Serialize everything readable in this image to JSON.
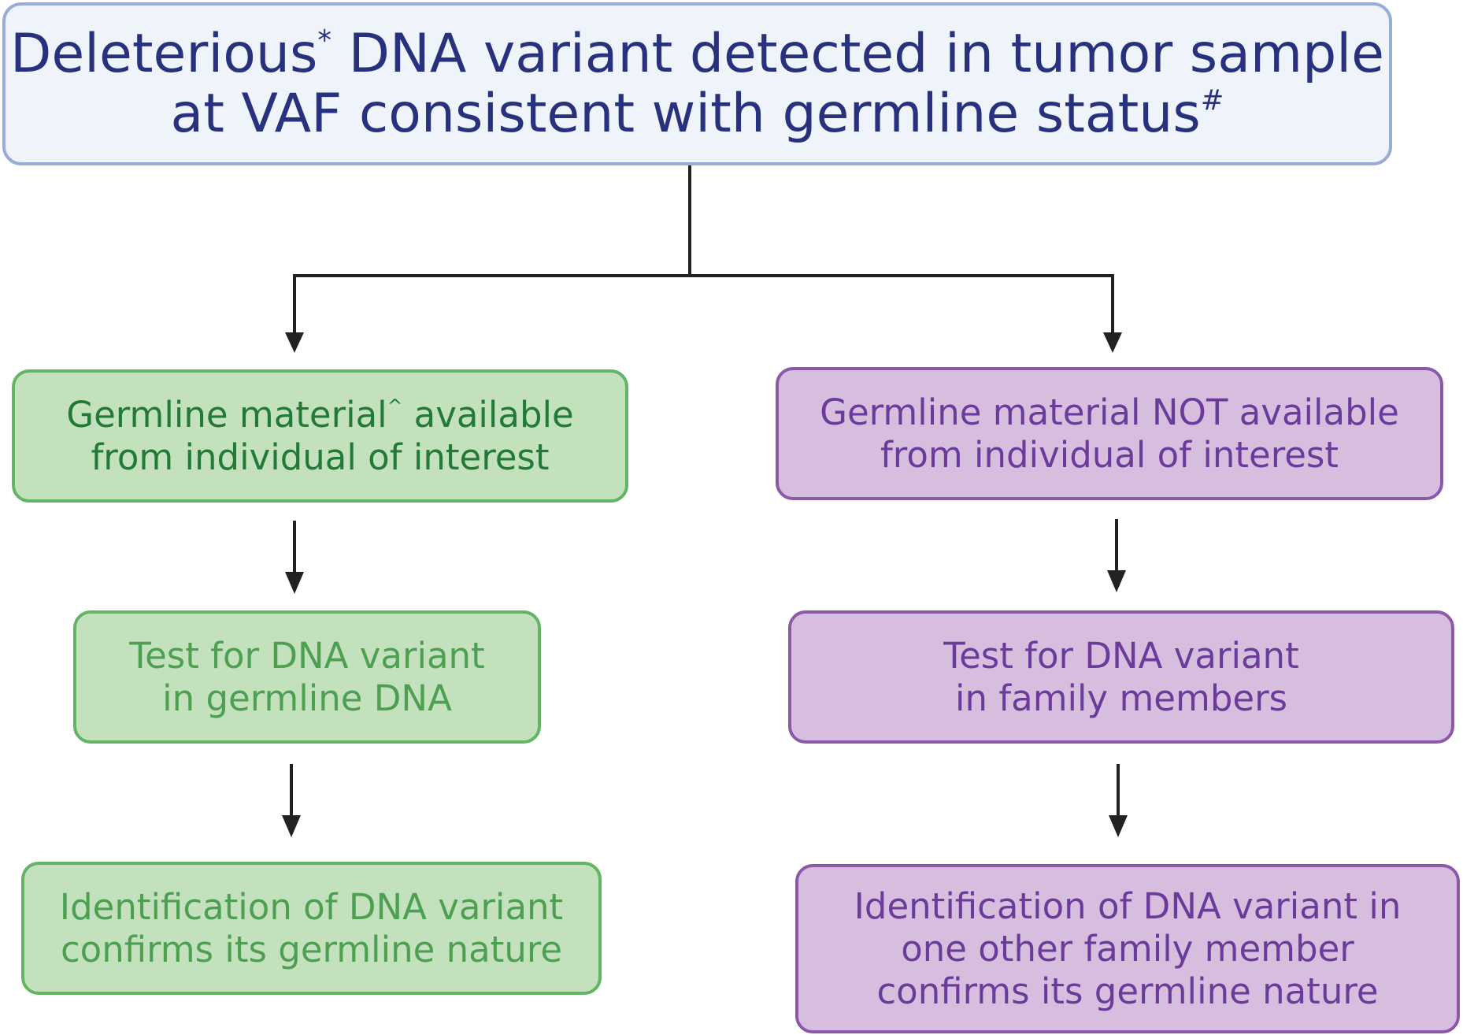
{
  "top_box": {
    "line1_pre": "Deleterious",
    "line1_mark": "*",
    "line1_post": " DNA variant detected in tumor sample",
    "line2_pre": "at VAF consistent with germline status",
    "line2_mark": "#"
  },
  "left_branch": {
    "available_pre": "Germline material",
    "available_mark": "^",
    "available_post": " available",
    "available_line2": "from individual of interest",
    "test_line1": "Test for DNA variant",
    "test_line2": "in germline DNA",
    "result_line1": "Identification of DNA variant",
    "result_line2": "confirms its germline nature"
  },
  "right_branch": {
    "not_available_line1": "Germline material NOT available",
    "not_available_line2": "from individual of interest",
    "test_line1": "Test for DNA variant",
    "test_line2": "in family members",
    "result_line1": "Identification of DNA variant in",
    "result_line2": "one other family member",
    "result_line3": "confirms its germline nature"
  },
  "colors": {
    "top_fill": "#eef4f9",
    "top_border": "#97acd6",
    "top_text": "#27317d",
    "green_fill": "#c3e1bd",
    "green_border": "#63b465",
    "green_text_dark": "#217a36",
    "green_text": "#4d9f52",
    "purple_fill": "#d7bede",
    "purple_border": "#8a5aa9",
    "purple_text": "#6a3b9a",
    "connector": "#222222"
  }
}
